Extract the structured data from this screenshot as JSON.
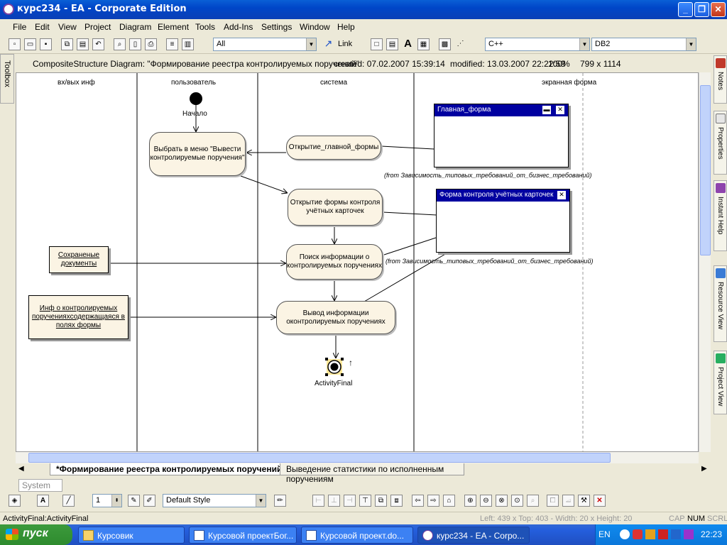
{
  "window": {
    "title": "курс234 - EA - Corporate Edition"
  },
  "menu": [
    "File",
    "Edit",
    "View",
    "Project",
    "Diagram",
    "Element",
    "Tools",
    "Add-Ins",
    "Settings",
    "Window",
    "Help"
  ],
  "toolbar": {
    "filter_value": "All",
    "link_label": "Link",
    "language_value": "C++",
    "db_value": "DB2"
  },
  "toolbox_label": "Toolbox",
  "infobar": {
    "diagram": "CompositeStructure Diagram: \"Формирование реестра контролируемых поручений\"",
    "created": "created: 07.02.2007 15:39:14",
    "modified": "modified: 13.03.2007 22:22:59",
    "zoom": "100%",
    "size": "799 x 1114"
  },
  "lanes": [
    "вх/вых инф",
    "пользователь",
    "система",
    "экранная форма"
  ],
  "diagram": {
    "start_label": "Начало",
    "nodes": {
      "select_menu": "Выбрать в меню \"Вывести контролируемые поручения\"",
      "open_main": "Открытие_главной_формы",
      "open_form": "Открытие формы контроля учётных карточек",
      "search": "Поиск информации о контролируемых поручениях",
      "output": "Вывод информации оконтролируемых поручениях"
    },
    "objects": {
      "saved_docs": "Сохраненые документы",
      "info_fields": "Инф о контролируемых порученияхсодержащаяся в полях формы"
    },
    "screens": {
      "main_form": "Главная_форма",
      "control_form": "Форма контроля учётных карточек"
    },
    "from_note_1": "(from Зависимость_типовых_требований_от_бизнес_требований)",
    "from_note_2": "(from Зависимость_типовых_требований_от_бизнес_требований)",
    "final_label": "ActivityFinal"
  },
  "right_tabs": [
    "Notes",
    "Properties",
    "Instant Help",
    "Resource View",
    "Project View"
  ],
  "tabs": {
    "active": "*Формирование реестра контролируемых поручений",
    "other": "Выведение статистики по исполненным поручениям"
  },
  "system_tab": "System",
  "bottom_toolbar": {
    "line_width": "1",
    "style": "Default Style"
  },
  "status": {
    "left": "ActivityFinal:ActivityFinal",
    "coords": "Left:  439 x Top:  403 - Width:   20 x Height:  20",
    "caps": "CAP",
    "num": "NUM",
    "scrl": "SCRL"
  },
  "taskbar": {
    "start": "пуск",
    "tasks": [
      "Курсовик",
      "Курсовой проектБог...",
      "Курсовой проект.do...",
      "курс234 - EA - Corpo..."
    ],
    "lang": "EN",
    "clock": "22:23"
  },
  "colors": {
    "screen_header": "#0000A0",
    "node_fill": "#fbf4e4",
    "title_bar": "#0046C8"
  }
}
